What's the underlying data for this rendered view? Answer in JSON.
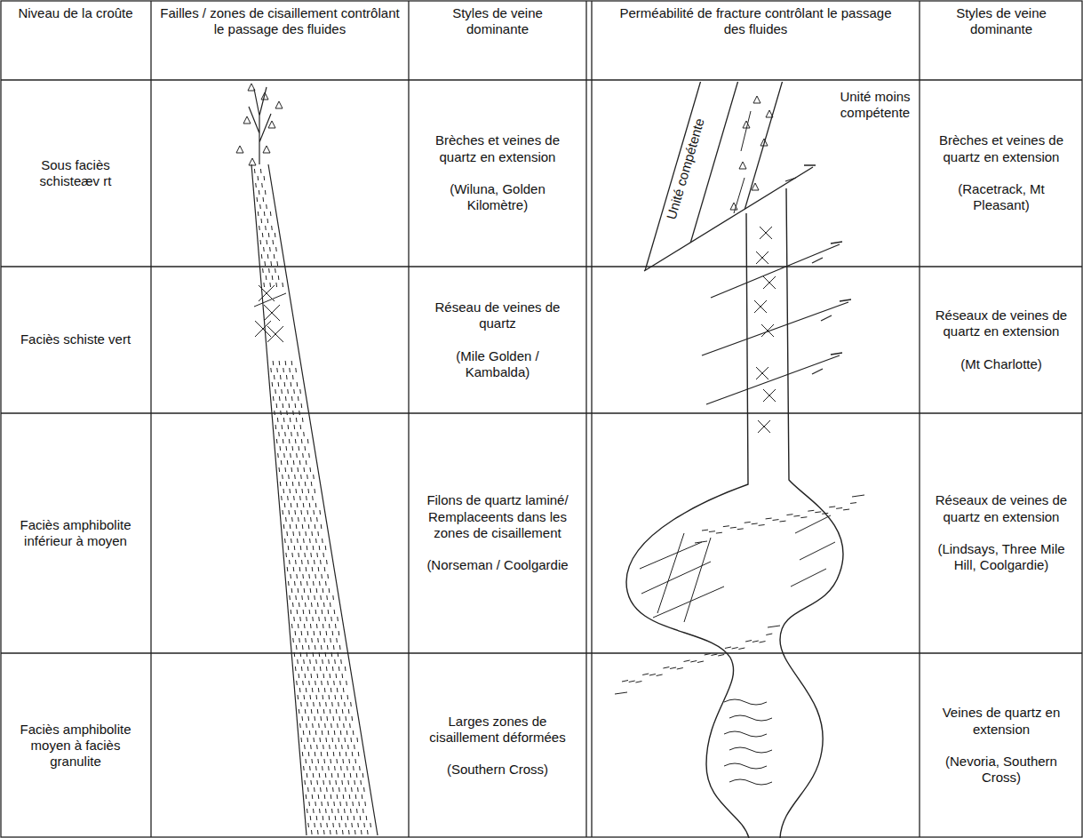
{
  "diagram": {
    "labels": [
      "Niveau de la croûte",
      "Failles / zones de cisaillement contrôlant le passage des fluides",
      "Styles de veine dominante",
      "Perméabilité de fracture contrôlant le passage des fluides",
      "Styles de veine dominante",
      "Sous faciès schisteæv rt",
      "Brèches et veines de quartz en extension",
      "(Wiluna, Golden Kilomètre)",
      "Unité compétente",
      "Unité moins compétente",
      "Brèches et veines de quartz en extension",
      "(Racetrack, Mt Pleasant)",
      "Faciès schiste vert",
      "Réseau de veines de quartz",
      "(Mile Golden / Kambalda)",
      "Réseaux de veines de quartz en extension",
      "(Mt Charlotte)",
      "Faciès amphibolite inférieur à moyen",
      "Filons de quartz laminé/ Remplaceents dans les zones de cisaillement",
      "(Norseman / Coolgardie",
      "Réseaux de veines de quartz en extension",
      "(Lindsays, Three Mile Hill, Coolgardie)",
      "Faciès amphibolite moyen à faciès granulite",
      "Larges zones de cisaillement déformées",
      "(Southern Cross)",
      "Veines de quartz en extension",
      "(Nevoria, Southern Cross)"
    ]
  }
}
